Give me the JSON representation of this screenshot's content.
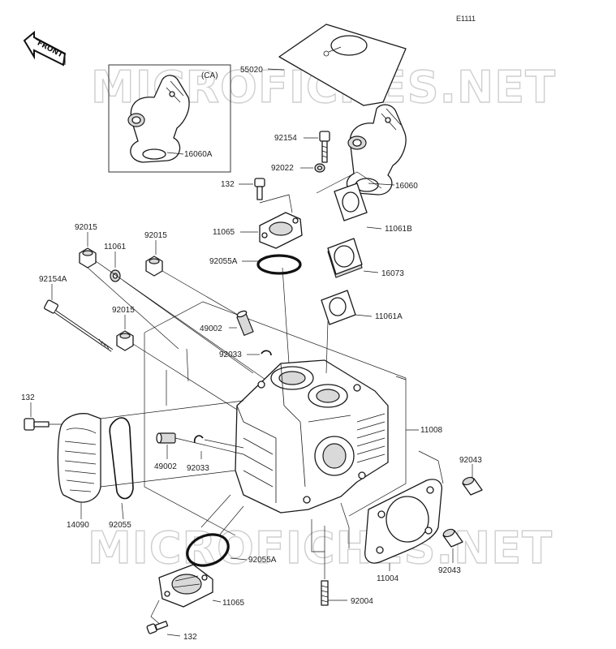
{
  "diagram": {
    "code": "E1111",
    "front_label": "FRONT",
    "inset_label": "(CA)",
    "watermark_top": "MICROFICHES.NET",
    "watermark_bottom": "MICROFICHES.NET",
    "parts": {
      "p55020": "55020",
      "p92154": "92154",
      "p92022": "92022",
      "p16060": "16060",
      "p16060A": "16060A",
      "p132_top": "132",
      "p11065_top": "11065",
      "p11061B": "11061B",
      "p92055A_top": "92055A",
      "p16073": "16073",
      "p11061A": "11061A",
      "p92015_a": "92015",
      "p11061": "11061",
      "p92015_b": "92015",
      "p92154A": "92154A",
      "p92015_c": "92015",
      "p49002_top": "49002",
      "p92033_top": "92033",
      "p132_left": "132",
      "p11008": "11008",
      "p49002_mid": "49002",
      "p92033_mid": "92033",
      "p92043_top": "92043",
      "p14090": "14090",
      "p92055": "92055",
      "p92055A_bot": "92055A",
      "p11004": "11004",
      "p92043_bot": "92043",
      "p11065_bot": "11065",
      "p92004": "92004",
      "p132_bot": "132"
    }
  }
}
